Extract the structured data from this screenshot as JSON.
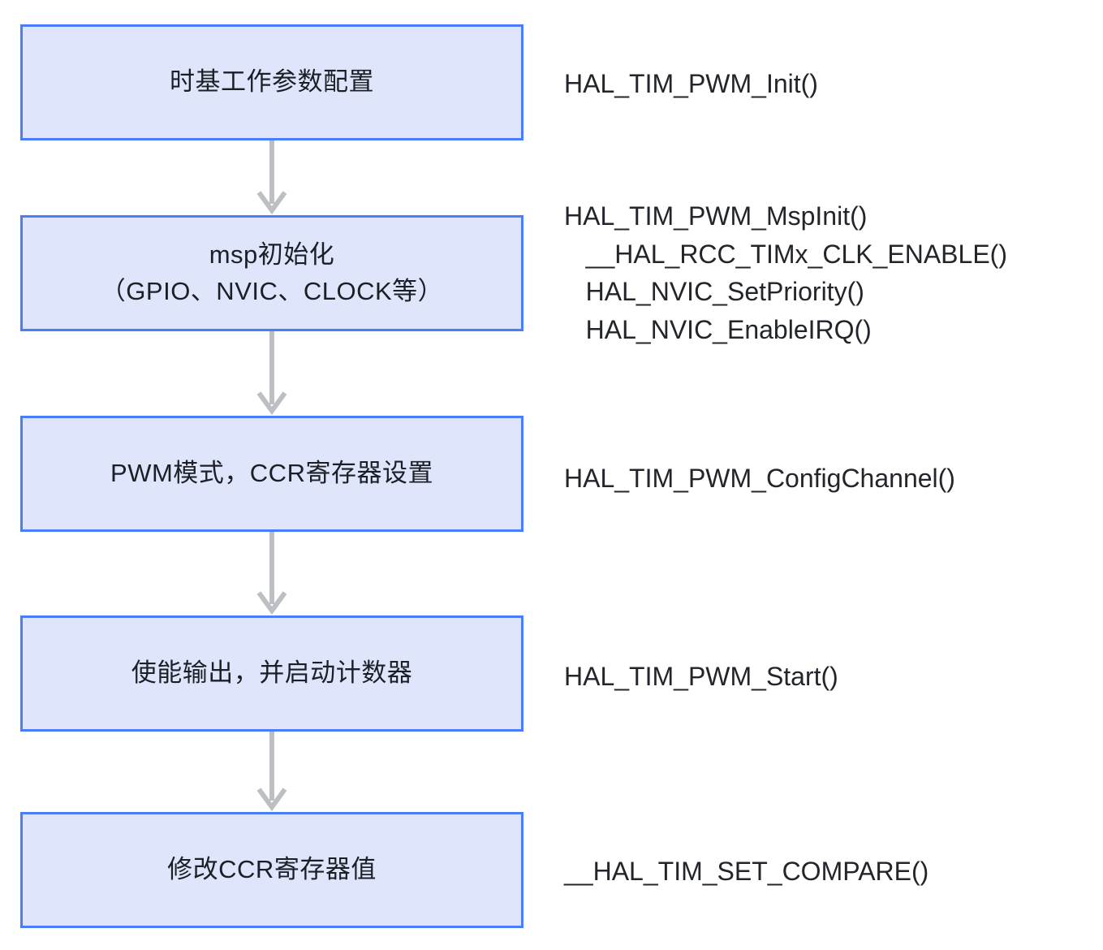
{
  "diagram": {
    "type": "flowchart",
    "orientation": "vertical",
    "colors": {
      "node_fill": "#dfe6fb",
      "node_border": "#4a7dfc",
      "arrow": "#bcc0c4",
      "text": "#22252b",
      "background": "#ffffff"
    },
    "nodes": [
      {
        "id": "step-1",
        "label": "时基工作参数配置"
      },
      {
        "id": "step-2",
        "label": "msp初始化\n（GPIO、NVIC、CLOCK等）"
      },
      {
        "id": "step-3",
        "label": "PWM模式，CCR寄存器设置"
      },
      {
        "id": "step-4",
        "label": "使能输出，并启动计数器"
      },
      {
        "id": "step-5",
        "label": "修改CCR寄存器值"
      }
    ],
    "edges": [
      {
        "id": "edge-1",
        "from": "step-1",
        "to": "step-2",
        "icon": "arrow-down-icon"
      },
      {
        "id": "edge-2",
        "from": "step-2",
        "to": "step-3",
        "icon": "arrow-down-icon"
      },
      {
        "id": "edge-3",
        "from": "step-3",
        "to": "step-4",
        "icon": "arrow-down-icon"
      },
      {
        "id": "edge-4",
        "from": "step-4",
        "to": "step-5",
        "icon": "arrow-down-icon"
      }
    ],
    "annotations": [
      {
        "id": "api-1",
        "for": "step-1",
        "text": "HAL_TIM_PWM_Init()"
      },
      {
        "id": "api-2",
        "for": "step-2",
        "text": "HAL_TIM_PWM_MspInit()\n   __HAL_RCC_TIMx_CLK_ENABLE()\n   HAL_NVIC_SetPriority()\n   HAL_NVIC_EnableIRQ()"
      },
      {
        "id": "api-3",
        "for": "step-3",
        "text": "HAL_TIM_PWM_ConfigChannel()"
      },
      {
        "id": "api-4",
        "for": "step-4",
        "text": "HAL_TIM_PWM_Start()"
      },
      {
        "id": "api-5",
        "for": "step-5",
        "text": "__HAL_TIM_SET_COMPARE()"
      }
    ]
  }
}
